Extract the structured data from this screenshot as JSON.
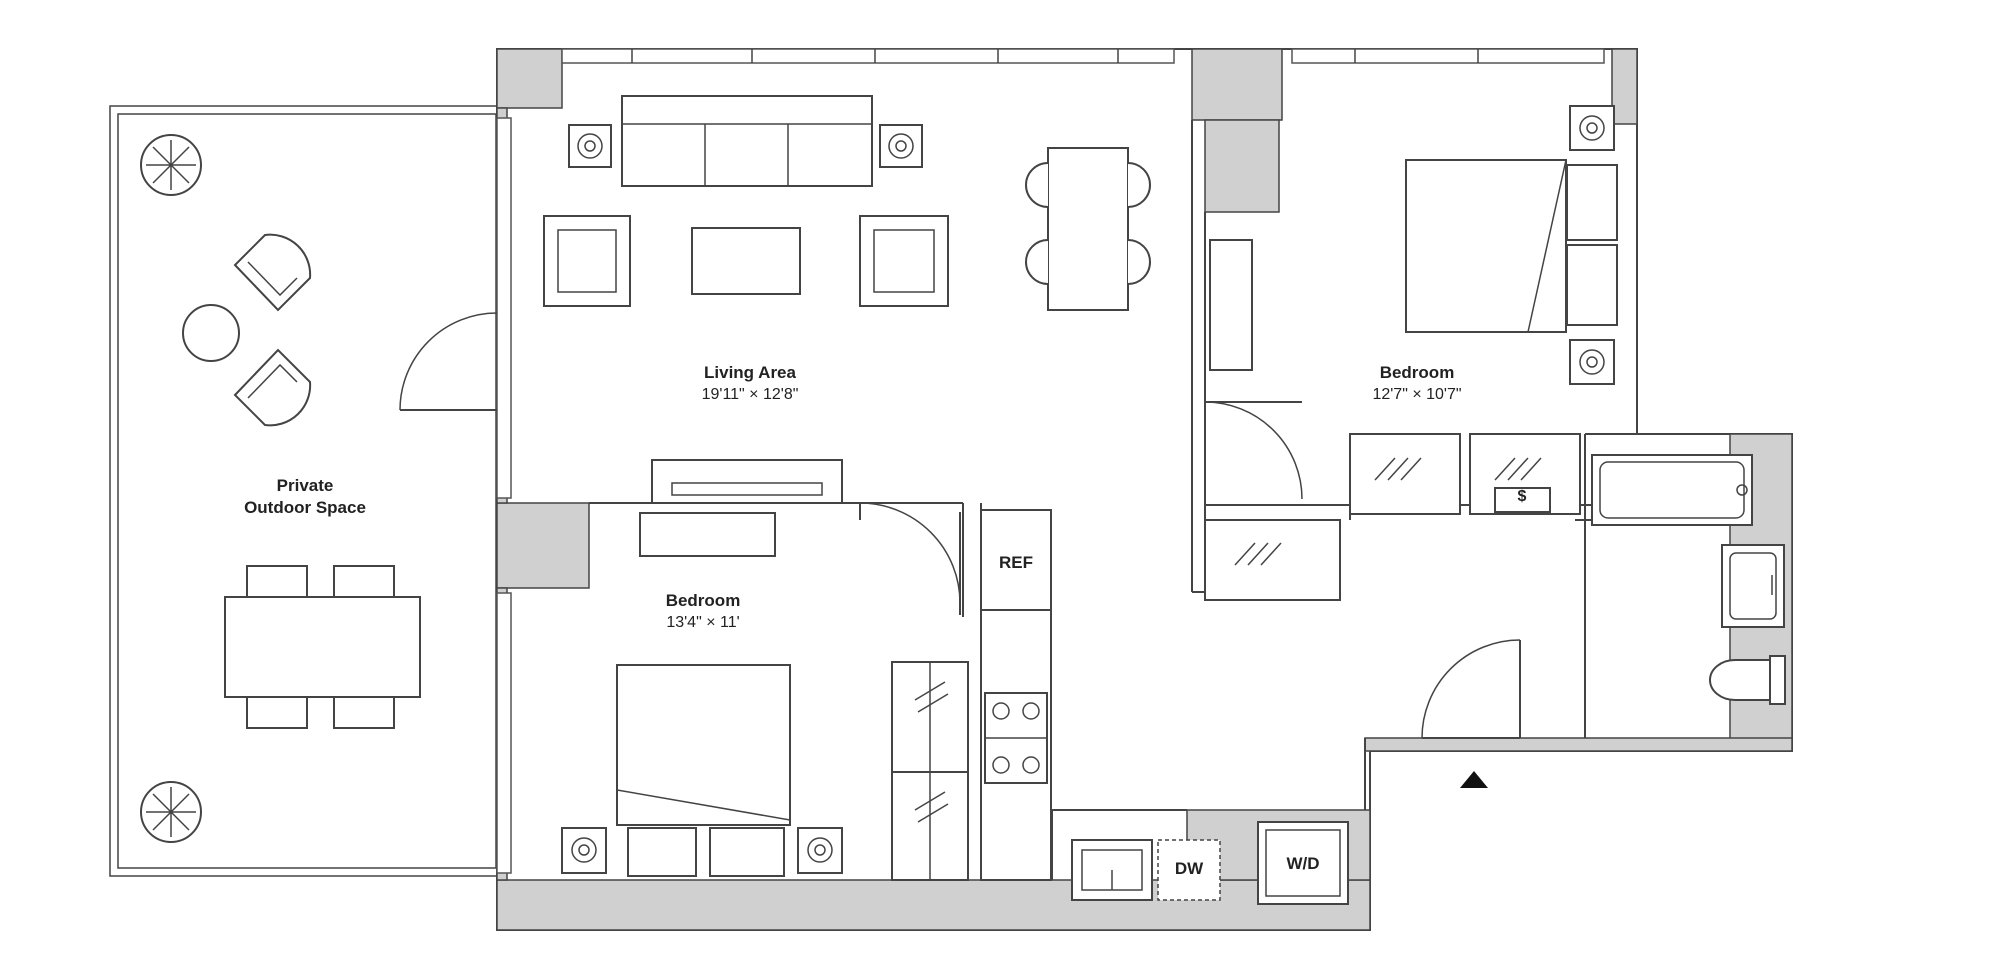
{
  "rooms": {
    "living": {
      "name": "Living Area",
      "dims": "19'11\" × 12'8\""
    },
    "bedroom_right": {
      "name": "Bedroom",
      "dims": "12'7\" × 10'7\""
    },
    "bedroom_left": {
      "name": "Bedroom",
      "dims": "13'4\" × 11'"
    },
    "outdoor": {
      "name_line1": "Private",
      "name_line2": "Outdoor Space"
    }
  },
  "fixtures": {
    "ref": "REF",
    "dw": "DW",
    "wd": "W/D",
    "safe": "$"
  },
  "colors": {
    "wall_fill": "#d0d0d0",
    "line": "#444444",
    "background": "#ffffff"
  }
}
